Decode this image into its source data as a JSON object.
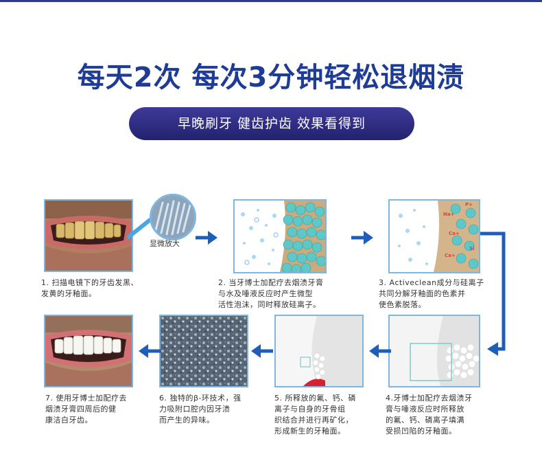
{
  "headline": "每天2次 每次3分钟轻松退烟渍",
  "subheadline": "早晚刷牙 健齿护齿 效果看得到",
  "zoom_label": "显微放大",
  "steps": [
    {
      "caption_lines": [
        "1. 扫描电镜下的牙齿发黑、",
        "发黄的牙釉面。"
      ]
    },
    {
      "caption_lines": [
        "2. 当牙博士加配疗去烟渍牙膏",
        "与水及唾液反应时产生微型",
        "活性泡沫，同时释放硅离子。"
      ]
    },
    {
      "caption_lines": [
        "3. Activeclean成分与硅离子",
        "共同分解牙釉面的色素并",
        "使色素脱落。"
      ]
    },
    {
      "caption_lines": [
        "4.牙博士加配疗去烟渍牙",
        "膏与唾液反应时所释放",
        "的氟、钙、磷离子填满",
        "受损凹陷的牙釉面。"
      ]
    },
    {
      "caption_lines": [
        "5. 所释放的氟、钙、磷",
        "离子与自身的牙骨组",
        "织结合并进行再矿化，",
        "形成新生的牙釉面。"
      ]
    },
    {
      "caption_lines": [
        "6. 独特的β-环技术，强",
        "力吸附口腔内因牙渍",
        "而产生的异味。"
      ]
    },
    {
      "caption_lines": [
        "7. 使用牙博士加配疗去",
        "烟渍牙膏四周后的健",
        "康洁白牙齿。"
      ]
    }
  ],
  "ion_labels": [
    "Na+",
    "Ca+",
    "P+",
    "Ca+",
    "Si"
  ],
  "colors": {
    "title": "#1e3c95",
    "pill": "#2b2a7e",
    "arrow": "#1d5fb8",
    "border": "#7fb6e0"
  }
}
